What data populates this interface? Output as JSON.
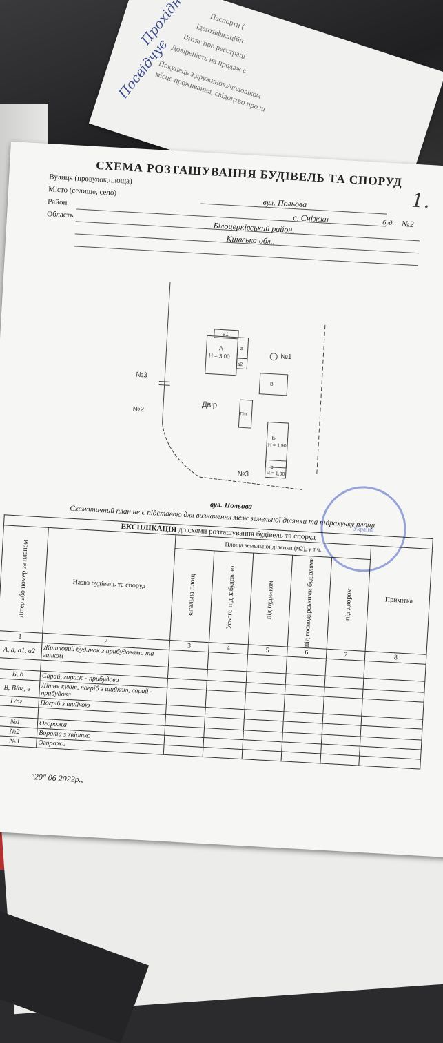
{
  "document": {
    "title": "СХЕМА РОЗТАШУВАННЯ БУДІВЕЛЬ ТА СПОРУД",
    "sheet_mark": "1.",
    "address_labels": {
      "street": "Вулиця (провулок,площа)",
      "city": "Місто (селище, село)",
      "district": "Район",
      "region": "Область",
      "building": "буд."
    },
    "address_values": {
      "street": "вул. Польова",
      "village": "с. Сніжки",
      "district": "Білоцерківський район,",
      "region": "Київська обл.,",
      "building": "№2"
    }
  },
  "site_plan": {
    "labels": {
      "n3_left": "№3",
      "n2_left": "№2",
      "n1": "№1",
      "n3_bottom": "№3",
      "yard": "Двір",
      "house": "А",
      "house_h": "Н = 3,00",
      "a1": "а1",
      "a": "а",
      "a2": "а2",
      "b": "Б",
      "b_h": "Н = 1,90",
      "b_lower": "б",
      "b_lower_h": "Н = 1,90",
      "v": "В",
      "g": "Г/пг"
    },
    "street_bottom": "вул. Польова",
    "caption": "Схематичний план не є підставою для визначення меж земельної ділянки та підрахунку площі"
  },
  "explication": {
    "title_prefix": "ЕКСПЛІКАЦІЯ",
    "title_rest": "до схеми розташування будівель та споруд",
    "area_group": "Площа земельної ділянки (м2), у т.ч.",
    "columns": {
      "letter": "Літер або номер за планом",
      "name": "Назва будівель та споруд",
      "total": "загальна площ",
      "built": "Усього під забудовою",
      "house": "під будинком",
      "outbuildings": "під господарськими будівлями",
      "yard": "під двором",
      "note": "Примітка"
    },
    "numbers": [
      "1",
      "2",
      "3",
      "4",
      "5",
      "6",
      "7",
      "8"
    ],
    "rows": [
      {
        "letter": "А, а, а1, а2",
        "name": "Житловий будинок з прибудовами та ганком"
      },
      {
        "letter": "",
        "name": ""
      },
      {
        "letter": "Б, б",
        "name": "Сарай, гараж - прибудова"
      },
      {
        "letter": "В, В/пг, в",
        "name": "Літня кухня, погріб з шийкою, сарай - прибудова"
      },
      {
        "letter": "Г/пг",
        "name": "Погріб з шийкою"
      },
      {
        "letter": "",
        "name": ""
      },
      {
        "letter": "№1",
        "name": "Огорожа"
      },
      {
        "letter": "№2",
        "name": "Ворота з хвіртко"
      },
      {
        "letter": "№3",
        "name": "Огорожа"
      }
    ]
  },
  "date": "\"20\"  06  2022р.,",
  "note_paper": {
    "lines": [
      "Паспорти (",
      "Ідентифікаційн",
      "Витяг про реєстраці",
      "Довіреність на продаж с",
      "Покупець з дружиною/чоловіком",
      "місце проживання, свідоцтво про ш"
    ],
    "handwriting": [
      "Прохідне",
      "Посвідчує"
    ]
  },
  "stamp_text": "Україна"
}
